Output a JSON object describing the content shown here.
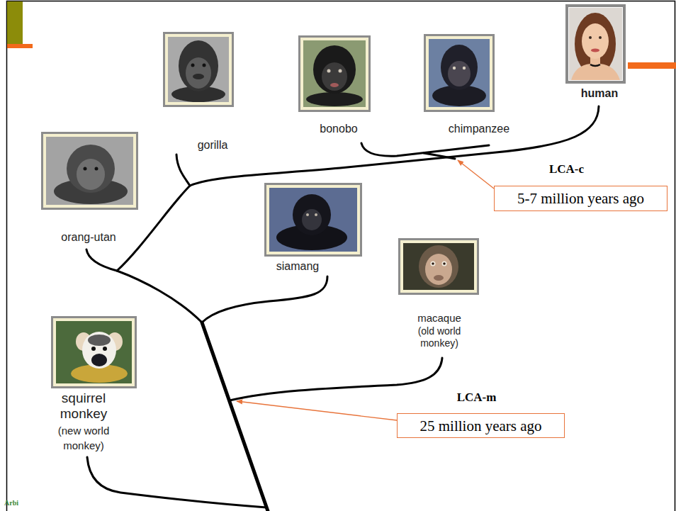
{
  "diagram": {
    "nodes": [
      {
        "text": [
          "gorilla"
        ]
      },
      {
        "text": [
          "bonobo"
        ]
      },
      {
        "text": [
          "chimpanzee"
        ]
      },
      {
        "text": [
          "human"
        ]
      },
      {
        "text": [
          "LCA-c",
          "5-7 million years ago"
        ]
      },
      {
        "text": [
          "orang-utan"
        ]
      },
      {
        "text": [
          "siamang"
        ]
      },
      {
        "text": [
          "macaque",
          "(old world monkey)"
        ]
      },
      {
        "text": [
          "LCA-m",
          "25 million years ago"
        ]
      },
      {
        "text": [
          "squirrel monkey",
          "(new world monkey)"
        ]
      }
    ],
    "labels": [
      "Arbi"
    ]
  }
}
